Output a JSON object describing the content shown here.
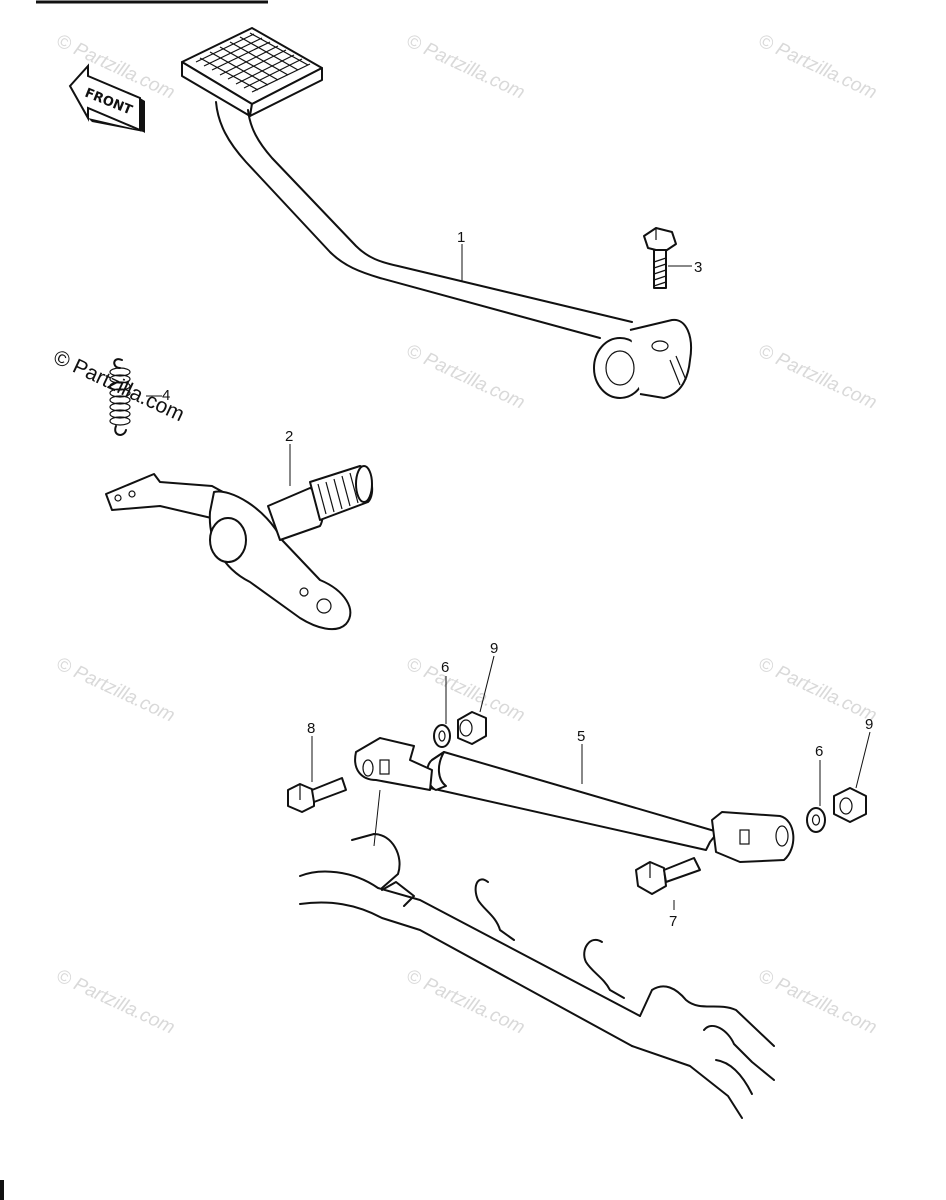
{
  "watermarks": {
    "text": "© Partzilla.com",
    "corner_text": "© Partzilla.com"
  },
  "front_arrow": {
    "label": "FRONT"
  },
  "callouts": {
    "c1": "1",
    "c2": "2",
    "c3": "3",
    "c4": "4",
    "c5": "5",
    "c6a": "6",
    "c6b": "6",
    "c7": "7",
    "c8": "8",
    "c9a": "9",
    "c9b": "9"
  },
  "parts": [
    {
      "ref": "1",
      "icon": "brake-pedal-icon"
    },
    {
      "ref": "2",
      "icon": "brake-shaft-lever-icon"
    },
    {
      "ref": "3",
      "icon": "bolt-icon"
    },
    {
      "ref": "4",
      "icon": "spring-icon"
    },
    {
      "ref": "5",
      "icon": "brake-rod-icon"
    },
    {
      "ref": "6",
      "icon": "washer-icon"
    },
    {
      "ref": "7",
      "icon": "bolt-icon"
    },
    {
      "ref": "8",
      "icon": "bolt-icon"
    },
    {
      "ref": "9",
      "icon": "nut-icon"
    }
  ]
}
